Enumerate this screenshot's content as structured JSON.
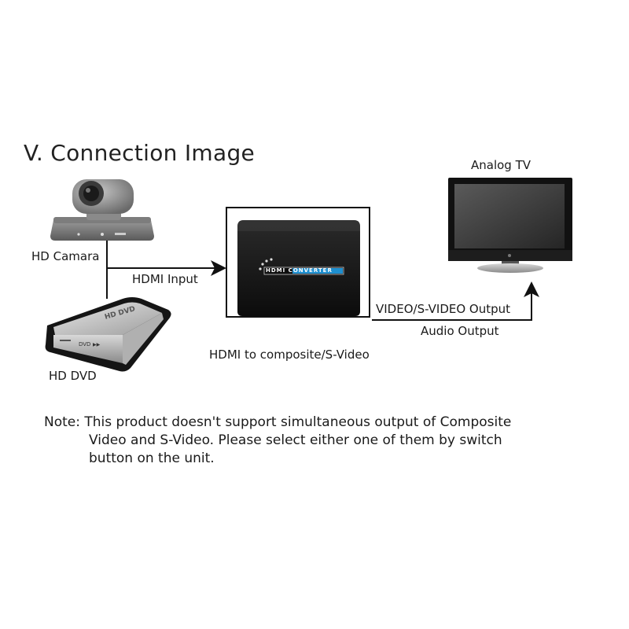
{
  "title": "V. Connection Image",
  "devices": {
    "camera_label": "HD Camara",
    "dvd_label": "HD DVD",
    "tv_label": "Analog TV",
    "converter_label": "HDMI to composite/S-Video",
    "converter_badge": "HDMI CONVERTER"
  },
  "connections": {
    "hdmi_input": "HDMI Input",
    "video_output": "VIDEO/S-VIDEO Output",
    "audio_output": "Audio Output"
  },
  "note": {
    "line1": "Note: This product doesn't support simultaneous output of Composite",
    "line2": "Video and S-Video. Please select either one of them by switch",
    "line3": "button on the unit."
  },
  "colors": {
    "line": "#111111",
    "converter_body": "#141414",
    "badge_accent": "#1e8fd0",
    "tv_screen": "#3a3a3a",
    "device_silver": "#b8b8b8"
  }
}
